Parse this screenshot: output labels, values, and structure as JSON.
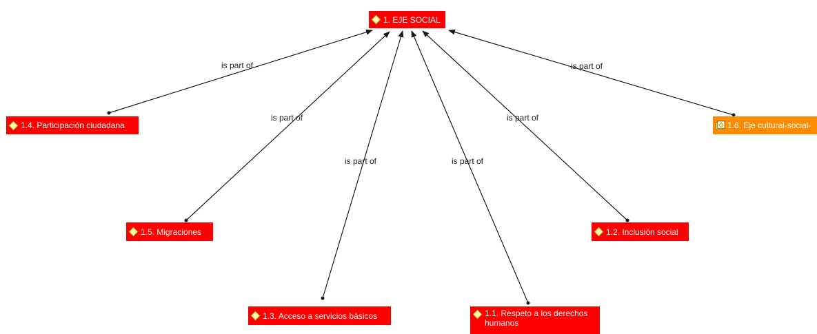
{
  "colors": {
    "code_node": "#ff0000",
    "group_node": "#ff8c00",
    "edge": "#1a1a1a",
    "icon_fill": "#fff37a",
    "icon_stroke": "#9a8a10"
  },
  "nodes": {
    "root": {
      "label": "1. EJE SOCIAL",
      "icon": "code-icon"
    },
    "n14": {
      "label": "1.4. Participación ciudadana",
      "icon": "code-icon"
    },
    "n16": {
      "label": "1.6. Eje cultural-social-",
      "icon": "code-group-icon"
    },
    "n15": {
      "label": "1.5. Migraciones",
      "icon": "code-icon"
    },
    "n12": {
      "label": "1.2. Inclusión social",
      "icon": "code-icon"
    },
    "n13": {
      "label": "1.3. Acceso a servicios básicos",
      "icon": "code-icon"
    },
    "n11": {
      "label": "1.1. Respeto a los derechos humanos",
      "icon": "code-icon"
    }
  },
  "edges": {
    "e14": {
      "label": "is part of"
    },
    "e16": {
      "label": "is part of"
    },
    "e15": {
      "label": "is part of"
    },
    "e12": {
      "label": "is part of"
    },
    "e13": {
      "label": "is part of"
    },
    "e11": {
      "label": "is part of"
    }
  }
}
